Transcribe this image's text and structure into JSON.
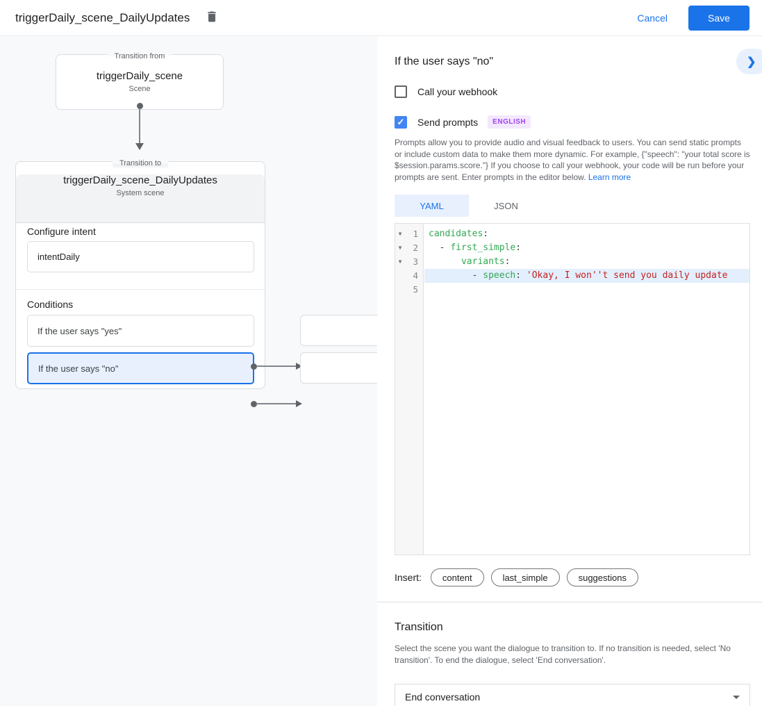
{
  "header": {
    "title": "triggerDaily_scene_DailyUpdates",
    "cancel_label": "Cancel",
    "save_label": "Save"
  },
  "canvas": {
    "from_node": {
      "legend": "Transition from",
      "title": "triggerDaily_scene",
      "subtitle": "Scene"
    },
    "to_node": {
      "legend": "Transition to",
      "title": "triggerDaily_scene_DailyUpdates",
      "subtitle": "System scene",
      "configure_intent_label": "Configure intent",
      "intent_value": "intentDaily",
      "conditions_label": "Conditions",
      "conditions": [
        {
          "label": "If the user says \"yes\"",
          "selected": false
        },
        {
          "label": "If the user says \"no\"",
          "selected": true
        }
      ]
    }
  },
  "panel": {
    "title": "If the user says \"no\"",
    "webhook": {
      "label": "Call your webhook",
      "checked": false
    },
    "prompts": {
      "label": "Send prompts",
      "checked": true,
      "badge": "ENGLISH",
      "description": "Prompts allow you to provide audio and visual feedback to users. You can send static prompts or include custom data to make them more dynamic. For example, {\"speech\": \"your total score is $session.params.score.\"} If you choose to call your webhook, your code will be run before your prompts are sent. Enter prompts in the editor below. ",
      "learn_more": "Learn more"
    },
    "editor": {
      "tabs": [
        {
          "label": "YAML",
          "active": true
        },
        {
          "label": "JSON",
          "active": false
        }
      ],
      "code_lines": [
        {
          "number": "1",
          "fold": true,
          "highlight": false,
          "segments": [
            {
              "text": "candidates",
              "type": "key"
            },
            {
              "text": ":",
              "type": "plain"
            }
          ]
        },
        {
          "number": "2",
          "fold": true,
          "highlight": false,
          "segments": [
            {
              "text": "  - ",
              "type": "plain"
            },
            {
              "text": "first_simple",
              "type": "key"
            },
            {
              "text": ":",
              "type": "plain"
            }
          ]
        },
        {
          "number": "3",
          "fold": true,
          "highlight": false,
          "segments": [
            {
              "text": "      ",
              "type": "plain"
            },
            {
              "text": "variants",
              "type": "key"
            },
            {
              "text": ":",
              "type": "plain"
            }
          ]
        },
        {
          "number": "4",
          "fold": false,
          "highlight": true,
          "segments": [
            {
              "text": "        - ",
              "type": "plain"
            },
            {
              "text": "speech",
              "type": "key"
            },
            {
              "text": ": ",
              "type": "plain"
            },
            {
              "text": "'Okay, I won''t send you daily update",
              "type": "str"
            }
          ]
        },
        {
          "number": "5",
          "fold": false,
          "highlight": false,
          "segments": []
        }
      ]
    },
    "insert": {
      "label": "Insert:",
      "chips": [
        "content",
        "last_simple",
        "suggestions"
      ]
    },
    "transition": {
      "title": "Transition",
      "description": "Select the scene you want the dialogue to transition to. If no transition is needed, select 'No transition'. To end the dialogue, select 'End conversation'.",
      "value": "End conversation"
    }
  }
}
